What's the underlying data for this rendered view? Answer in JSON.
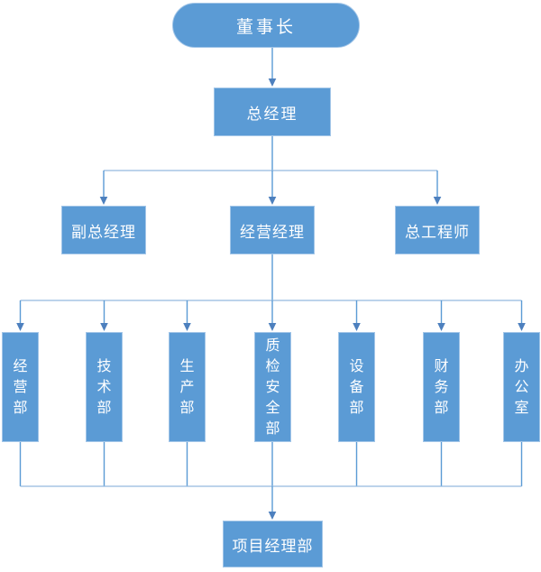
{
  "diagram": {
    "type": "org-chart",
    "nodes": {
      "chairman": {
        "label": "董事长"
      },
      "general_manager": {
        "label": "总经理"
      },
      "level3": [
        {
          "label": "副总经理"
        },
        {
          "label": "经营经理"
        },
        {
          "label": "总工程师"
        }
      ],
      "departments": [
        {
          "label": "经营部"
        },
        {
          "label": "技术部"
        },
        {
          "label": "生产部"
        },
        {
          "label": "质检安全部"
        },
        {
          "label": "设备部"
        },
        {
          "label": "财务部"
        },
        {
          "label": "办公室"
        }
      ],
      "project_dept": {
        "label": "项目经理部"
      }
    }
  },
  "colors": {
    "node_fill": "#5B9BD5",
    "node_border": "#A3C6E8",
    "connector": "#5B9BD5",
    "connector_light": "#93B9DF",
    "arrow": "#4D80BE",
    "background": "#FFFFFF",
    "text": "#FFFFFF"
  }
}
